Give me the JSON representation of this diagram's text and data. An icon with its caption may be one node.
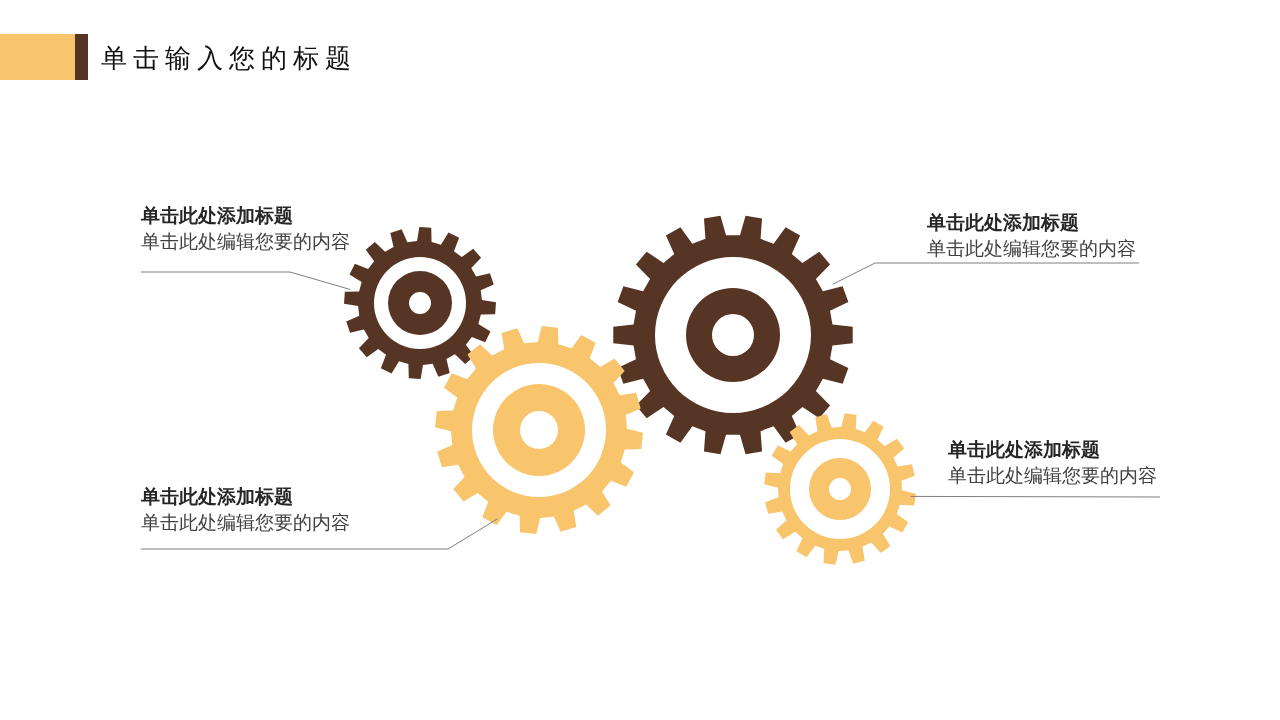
{
  "diagram": {
    "title": "单击输入您的标题",
    "nodes": [
      {
        "text": [
          "单击此处添加标题",
          "单击此处编辑您要的内容"
        ]
      },
      {
        "text": [
          "单击此处添加标题",
          "单击此处编辑您要的内容"
        ]
      },
      {
        "text": [
          "单击此处添加标题",
          "单击此处编辑您要的内容"
        ]
      },
      {
        "text": [
          "单击此处添加标题",
          "单击此处编辑您要的内容"
        ]
      },
      {
        "text": [],
        "shape": "gear"
      },
      {
        "text": [],
        "shape": "gear"
      },
      {
        "text": [],
        "shape": "gear"
      },
      {
        "text": [],
        "shape": "gear"
      }
    ],
    "edges": [
      {
        "from": 0,
        "to": 4,
        "arrow": "none"
      },
      {
        "from": 1,
        "to": 5,
        "arrow": "none"
      },
      {
        "from": 2,
        "to": 6,
        "arrow": "none"
      },
      {
        "from": 3,
        "to": 7,
        "arrow": "none"
      }
    ]
  }
}
